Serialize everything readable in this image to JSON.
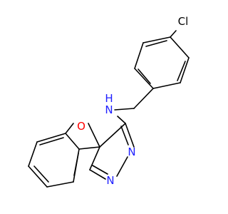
{
  "molecule": {
    "atoms": {
      "chlorine": {
        "label": "Cl",
        "color": "#000000"
      },
      "amine_n": {
        "label": "N",
        "color": "#2020ff"
      },
      "amine_h": {
        "label": "H",
        "color": "#2020ff"
      },
      "furan_o": {
        "label": "O",
        "color": "#ff0000"
      },
      "pyrimidine_n3": {
        "label": "N",
        "color": "#2020ff"
      },
      "pyrimidine_n1": {
        "label": "N",
        "color": "#2020ff"
      }
    }
  }
}
